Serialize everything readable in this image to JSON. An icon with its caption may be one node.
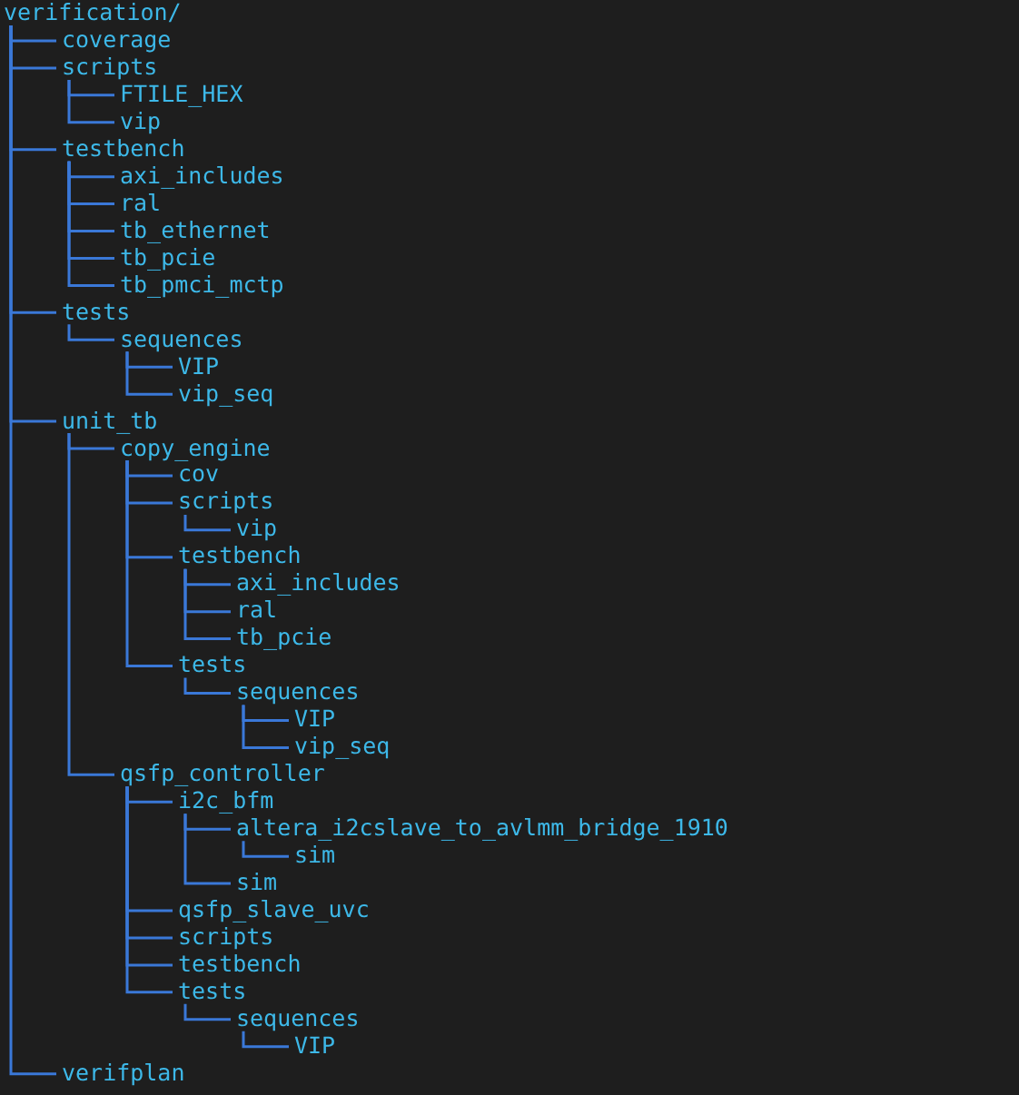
{
  "diagram": {
    "nodes": [
      {
        "text": [
          "verification/"
        ]
      },
      {
        "text": [
          "coverage"
        ]
      },
      {
        "text": [
          "scripts"
        ]
      },
      {
        "text": [
          "FTILE_HEX"
        ]
      },
      {
        "text": [
          "vip"
        ]
      },
      {
        "text": [
          "testbench"
        ]
      },
      {
        "text": [
          "axi_includes"
        ]
      },
      {
        "text": [
          "ral"
        ]
      },
      {
        "text": [
          "tb_ethernet"
        ]
      },
      {
        "text": [
          "tb_pcie"
        ]
      },
      {
        "text": [
          "tb_pmci_mctp"
        ]
      },
      {
        "text": [
          "tests"
        ]
      },
      {
        "text": [
          "sequences"
        ]
      },
      {
        "text": [
          "VIP"
        ]
      },
      {
        "text": [
          "vip_seq"
        ]
      },
      {
        "text": [
          "unit_tb"
        ]
      },
      {
        "text": [
          "copy_engine"
        ]
      },
      {
        "text": [
          "cov"
        ]
      },
      {
        "text": [
          "scripts"
        ]
      },
      {
        "text": [
          "vip"
        ]
      },
      {
        "text": [
          "testbench"
        ]
      },
      {
        "text": [
          "axi_includes"
        ]
      },
      {
        "text": [
          "ral"
        ]
      },
      {
        "text": [
          "tb_pcie"
        ]
      },
      {
        "text": [
          "tests"
        ]
      },
      {
        "text": [
          "sequences"
        ]
      },
      {
        "text": [
          "VIP"
        ]
      },
      {
        "text": [
          "vip_seq"
        ]
      },
      {
        "text": [
          "qsfp_controller"
        ]
      },
      {
        "text": [
          "i2c_bfm"
        ]
      },
      {
        "text": [
          "altera_i2cslave_to_avlmm_bridge_1910"
        ]
      },
      {
        "text": [
          "sim"
        ]
      },
      {
        "text": [
          "sim"
        ]
      },
      {
        "text": [
          "qsfp_slave_uvc"
        ]
      },
      {
        "text": [
          "scripts"
        ]
      },
      {
        "text": [
          "testbench"
        ]
      },
      {
        "text": [
          "tests"
        ]
      },
      {
        "text": [
          "sequences"
        ]
      },
      {
        "text": [
          "VIP"
        ]
      },
      {
        "text": [
          "verifplan"
        ]
      }
    ],
    "edges": [
      {
        "from": 0,
        "to": 1,
        "arrow": "none"
      },
      {
        "from": 0,
        "to": 2,
        "arrow": "none"
      },
      {
        "from": 2,
        "to": 3,
        "arrow": "none"
      },
      {
        "from": 2,
        "to": 4,
        "arrow": "none"
      },
      {
        "from": 0,
        "to": 5,
        "arrow": "none"
      },
      {
        "from": 5,
        "to": 6,
        "arrow": "none"
      },
      {
        "from": 5,
        "to": 7,
        "arrow": "none"
      },
      {
        "from": 5,
        "to": 8,
        "arrow": "none"
      },
      {
        "from": 5,
        "to": 9,
        "arrow": "none"
      },
      {
        "from": 5,
        "to": 10,
        "arrow": "none"
      },
      {
        "from": 0,
        "to": 11,
        "arrow": "none"
      },
      {
        "from": 11,
        "to": 12,
        "arrow": "none"
      },
      {
        "from": 12,
        "to": 13,
        "arrow": "none"
      },
      {
        "from": 12,
        "to": 14,
        "arrow": "none"
      },
      {
        "from": 0,
        "to": 15,
        "arrow": "none"
      },
      {
        "from": 15,
        "to": 16,
        "arrow": "none"
      },
      {
        "from": 16,
        "to": 17,
        "arrow": "none"
      },
      {
        "from": 16,
        "to": 18,
        "arrow": "none"
      },
      {
        "from": 18,
        "to": 19,
        "arrow": "none"
      },
      {
        "from": 16,
        "to": 20,
        "arrow": "none"
      },
      {
        "from": 20,
        "to": 21,
        "arrow": "none"
      },
      {
        "from": 20,
        "to": 22,
        "arrow": "none"
      },
      {
        "from": 20,
        "to": 23,
        "arrow": "none"
      },
      {
        "from": 16,
        "to": 24,
        "arrow": "none"
      },
      {
        "from": 24,
        "to": 25,
        "arrow": "none"
      },
      {
        "from": 25,
        "to": 26,
        "arrow": "none"
      },
      {
        "from": 25,
        "to": 27,
        "arrow": "none"
      },
      {
        "from": 15,
        "to": 28,
        "arrow": "none"
      },
      {
        "from": 28,
        "to": 29,
        "arrow": "none"
      },
      {
        "from": 29,
        "to": 30,
        "arrow": "none"
      },
      {
        "from": 30,
        "to": 31,
        "arrow": "none"
      },
      {
        "from": 29,
        "to": 32,
        "arrow": "none"
      },
      {
        "from": 28,
        "to": 33,
        "arrow": "none"
      },
      {
        "from": 28,
        "to": 34,
        "arrow": "none"
      },
      {
        "from": 28,
        "to": 35,
        "arrow": "none"
      },
      {
        "from": 28,
        "to": 36,
        "arrow": "none"
      },
      {
        "from": 36,
        "to": 37,
        "arrow": "none"
      },
      {
        "from": 37,
        "to": 38,
        "arrow": "none"
      },
      {
        "from": 0,
        "to": 39,
        "arrow": "none"
      }
    ]
  }
}
